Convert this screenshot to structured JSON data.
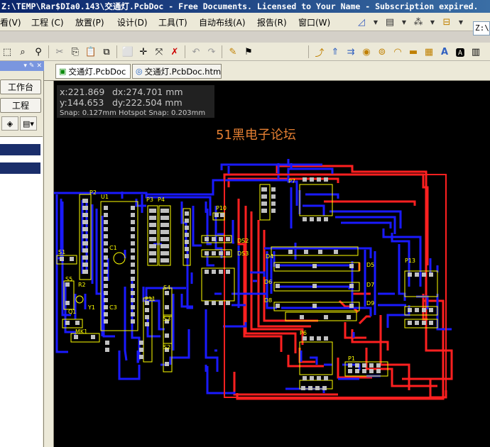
{
  "window": {
    "title": "Z:\\TEMP\\Rar$DIa0.143\\交通灯.PcbDoc - Free Documents. Licensed to Your Name - Subscription expired."
  },
  "menu": {
    "items": [
      {
        "label": "看(V)"
      },
      {
        "label": "工程 (C)"
      },
      {
        "label": "放置(P)"
      },
      {
        "label": "设计(D)"
      },
      {
        "label": "工具(T)"
      },
      {
        "label": "自动布线(A)"
      },
      {
        "label": "报告(R)"
      },
      {
        "label": "窗口(W)"
      }
    ],
    "path_input": "Z:\\TEM"
  },
  "left_panel": {
    "btn_workspace": "工作台",
    "btn_project": "工程"
  },
  "tabs": [
    {
      "label": "交通灯.PcbDoc"
    },
    {
      "label": "交通灯.PcbDoc.htm"
    }
  ],
  "coords": {
    "x": "x:221.869",
    "dx": "dx:274.701 mm",
    "y": "y:144.653",
    "dy": "dy:222.504 mm",
    "snap": "Snap: 0.127mm Hotspot Snap: 0.203mm"
  },
  "pcb": {
    "title": "51黑电子论坛",
    "labels": [
      "P2",
      "U1",
      "P3",
      "P4",
      "P7",
      "P10",
      "S1",
      "S5",
      "C1",
      "R2",
      "Q1",
      "Y1",
      "C3",
      "MK1",
      "P11",
      "S4",
      "S3",
      "S2",
      "D4",
      "D6",
      "D8",
      "D5",
      "D7",
      "D9",
      "P13",
      "P6",
      "P1",
      "DS2",
      "DS3"
    ]
  },
  "colors": {
    "blue_trace": "#1a1aff",
    "red_trace": "#ff2020",
    "pad": "#c0c0c0",
    "silk": "#ffff00",
    "title": "#e57f32"
  }
}
